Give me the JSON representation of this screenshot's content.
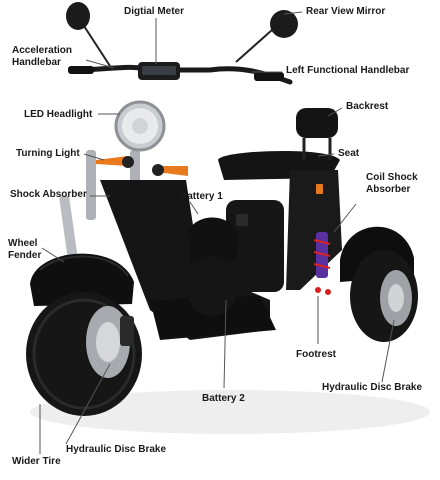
{
  "labels": {
    "digital_meter": "Digtial Meter",
    "rear_view_mirror": "Rear View Mirror",
    "acceleration_handlebar": "Acceleration\nHandlebar",
    "left_functional_handlebar": "Left Functional Handlebar",
    "led_headlight": "LED Headlight",
    "backrest": "Backrest",
    "turning_light": "Turning Light",
    "seat": "Seat",
    "coil_shock_absorber": "Coil Shock\nAbsorber",
    "shock_absorber": "Shock Absorber",
    "battery_1": "Battery 1",
    "wheel_fender": "Wheel\nFender",
    "footrest": "Footrest",
    "hydraulic_disc_brake_rear": "Hydraulic Disc Brake",
    "battery_2": "Battery 2",
    "hydraulic_disc_brake_front": "Hydraulic Disc Brake",
    "wider_tire": "Wider Tire"
  },
  "colors": {
    "label_text": "#1a1a1a",
    "leader_line": "#555555",
    "scooter_body": "#121212",
    "chrome": "#b9bcc0",
    "accent_orange": "#e87a1d",
    "accent_red": "#d92020"
  }
}
